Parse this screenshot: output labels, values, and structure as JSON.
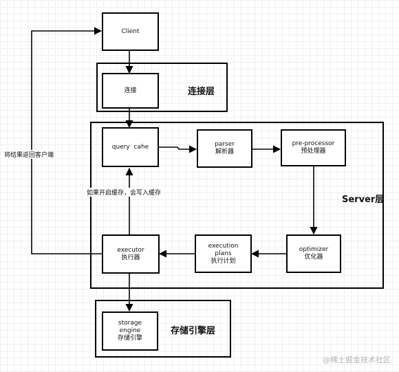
{
  "nodes": {
    "client": "Client",
    "connection": "连接",
    "query_cache": "query  cahe",
    "parser": {
      "line1": "parser",
      "line2": "解析器"
    },
    "preprocessor": {
      "line1": "pre-processor",
      "line2": "预处理器"
    },
    "optimizer": {
      "line1": "optimizer",
      "line2": "优化器"
    },
    "execution_plans": {
      "line1": "execution",
      "line2": "plans",
      "line3": "执行计划"
    },
    "executor": {
      "line1": "executor",
      "line2": "执行器"
    },
    "storage_engine": {
      "line1": "storage",
      "line2": "engine",
      "line3": "存储引擎"
    }
  },
  "layers": {
    "connection_layer": "连接层",
    "server_layer": "Server层",
    "storage_layer": "存储引擎层"
  },
  "edge_labels": {
    "return_to_client": "将结果返回客户端",
    "cache_write": "如果开启缓存，会写入缓存"
  },
  "watermark": "@稀土掘金技术社区",
  "colors": {
    "stroke": "#000000",
    "grid": "#f0f0f0"
  }
}
